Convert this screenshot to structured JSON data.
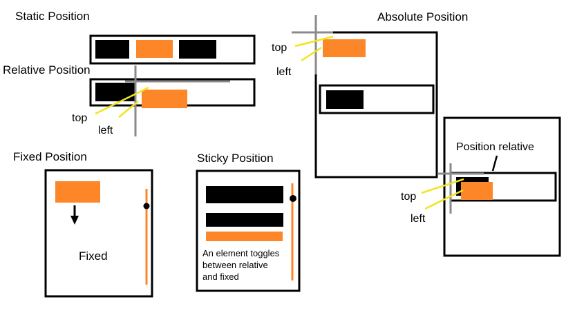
{
  "colors": {
    "orange": "#fd8629",
    "black": "#000000",
    "guide_gray": "#8a8a8a",
    "annotation_yellow": "#f2e41c"
  },
  "static": {
    "title": "Static Position"
  },
  "relative": {
    "title": "Relative Position",
    "top_label": "top",
    "left_label": "left"
  },
  "fixed": {
    "title": "Fixed Position",
    "caption": "Fixed"
  },
  "sticky": {
    "title": "Sticky Position",
    "caption_lines": [
      "An element toggles",
      "between relative",
      "and fixed"
    ]
  },
  "absolute": {
    "title": "Absolute Position",
    "top_label": "top",
    "left_label": "left",
    "inset_title": "Position relative",
    "inset_top_label": "top",
    "inset_left_label": "left"
  }
}
